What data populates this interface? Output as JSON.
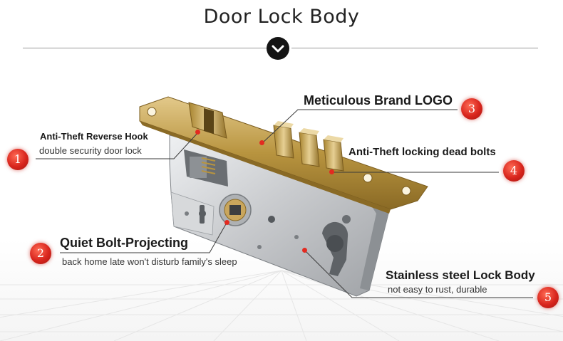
{
  "title": "Door Lock Body",
  "icons": {
    "toggle": "chevron-down-icon"
  },
  "colors": {
    "brass": "#b8943f",
    "steel": "#c6c8ca",
    "badge": "#d8251d",
    "text": "#1a1a1a"
  },
  "features": [
    {
      "number": "1",
      "title": "Anti-Theft Reverse Hook",
      "description": "double security door lock"
    },
    {
      "number": "2",
      "title": "Quiet Bolt-Projecting",
      "description": "back home late won't disturb family's sleep"
    },
    {
      "number": "3",
      "title": "Meticulous Brand LOGO",
      "description": ""
    },
    {
      "number": "4",
      "title": "Anti-Theft locking dead bolts",
      "description": ""
    },
    {
      "number": "5",
      "title": "Stainless steel Lock Body",
      "description": "not easy to rust, durable"
    }
  ]
}
